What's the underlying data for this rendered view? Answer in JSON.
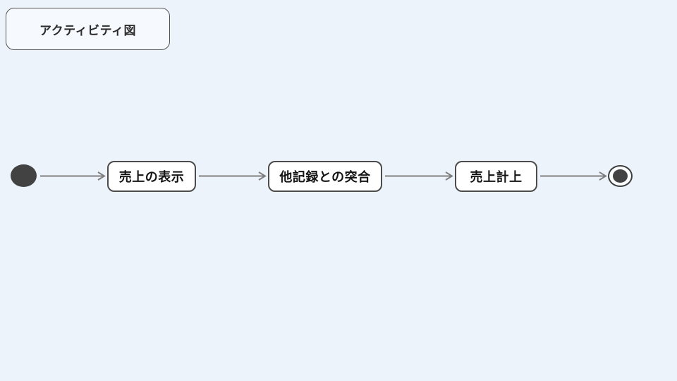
{
  "diagram": {
    "title": "アクティビティ図",
    "type": "uml-activity-diagram",
    "nodes": [
      {
        "id": "start",
        "type": "initial-node",
        "label": ""
      },
      {
        "id": "a1",
        "type": "action",
        "label": "売上の表示"
      },
      {
        "id": "a2",
        "type": "action",
        "label": "他記録との突合"
      },
      {
        "id": "a3",
        "type": "action",
        "label": "売上計上"
      },
      {
        "id": "end",
        "type": "activity-final-node",
        "label": ""
      }
    ],
    "edges": [
      {
        "from": "start",
        "to": "a1"
      },
      {
        "from": "a1",
        "to": "a2"
      },
      {
        "from": "a2",
        "to": "a3"
      },
      {
        "from": "a3",
        "to": "end"
      }
    ],
    "colors": {
      "background": "#edf3fb",
      "node_fill": "#ffffff",
      "node_border": "#4c4c4c",
      "terminal_fill": "#424242",
      "arrow": "#7f7f7f",
      "text": "#141414"
    }
  }
}
